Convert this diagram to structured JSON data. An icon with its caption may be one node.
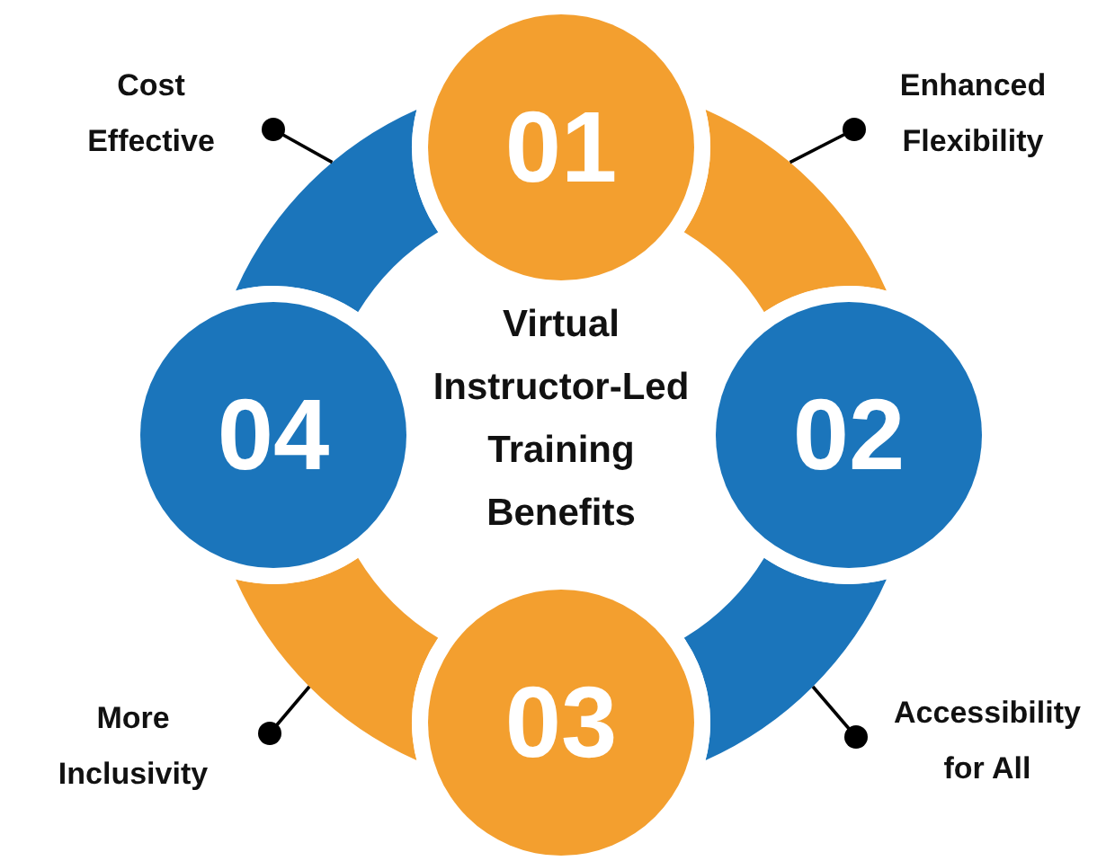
{
  "diagram": {
    "title": "Virtual Instructor-Led Training Benefits",
    "nodes": [
      {
        "text": [
          "01"
        ]
      },
      {
        "text": [
          "02"
        ]
      },
      {
        "text": [
          "03"
        ]
      },
      {
        "text": [
          "04"
        ]
      },
      {
        "text": [],
        "shape": "arc"
      },
      {
        "text": [],
        "shape": "arc"
      },
      {
        "text": [],
        "shape": "arc"
      },
      {
        "text": [],
        "shape": "arc"
      },
      {
        "text": [
          "Cost Effective"
        ]
      },
      {
        "text": [
          "Enhanced Flexibility"
        ]
      },
      {
        "text": [
          "More Inclusivity"
        ]
      },
      {
        "text": [
          "Accessibility for All"
        ]
      }
    ],
    "edges": [
      {
        "from": 8,
        "to": 4,
        "arrow": "other"
      },
      {
        "from": 9,
        "to": 5,
        "arrow": "other"
      },
      {
        "from": 10,
        "to": 6,
        "arrow": "other"
      },
      {
        "from": 11,
        "to": 7,
        "arrow": "other"
      }
    ]
  }
}
